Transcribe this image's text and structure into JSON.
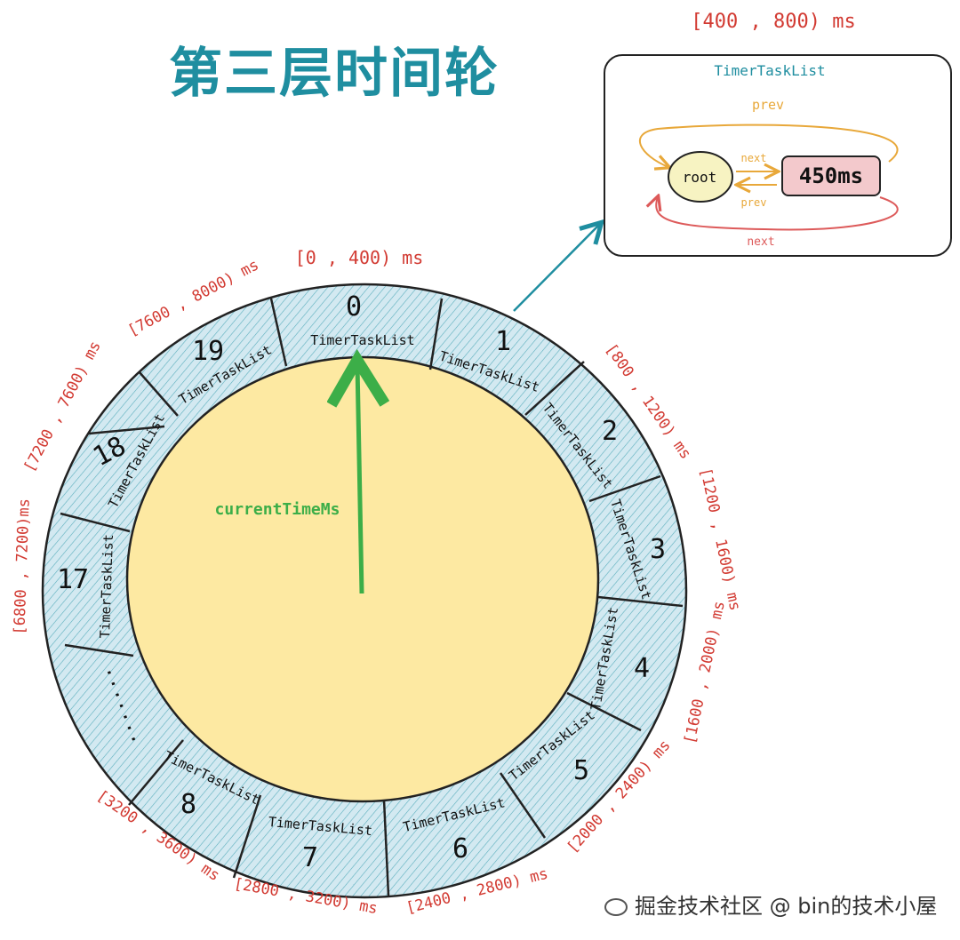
{
  "title": "第三层时间轮",
  "current_time_label": "currentTimeMs",
  "slot_list_label": "TimerTaskList",
  "ellipsis": ".......",
  "slots": [
    {
      "index": "0",
      "range": "[0 , 400) ms"
    },
    {
      "index": "1",
      "range": "[400 , 800) ms"
    },
    {
      "index": "2",
      "range": "[800 , 1200) ms"
    },
    {
      "index": "3",
      "range": "[1200 , 1600) ms"
    },
    {
      "index": "4",
      "range": "[1600 , 2000) ms"
    },
    {
      "index": "5",
      "range": "[2000 , 2400) ms"
    },
    {
      "index": "6",
      "range": "[2400 , 2800) ms"
    },
    {
      "index": "7",
      "range": "[2800 , 3200) ms"
    },
    {
      "index": "8",
      "range": "[3200 , 3600) ms"
    },
    {
      "index": "17",
      "range": "[6800 , 7200)ms"
    },
    {
      "index": "18",
      "range": "[7200 , 7600) ms"
    },
    {
      "index": "19",
      "range": "[7600 , 8000) ms"
    }
  ],
  "detail": {
    "range": "[400 , 800) ms",
    "title": "TimerTaskList",
    "root": "root",
    "task": "450ms",
    "prev_top": "prev",
    "next_mid": "next",
    "prev_mid": "prev",
    "next_bottom": "next"
  },
  "watermark": "掘金技术社区 @ bin的技术小屋",
  "colors": {
    "title": "#1f8ea0",
    "ring": "#cfe6ef",
    "hatch": "#5aaebd",
    "core": "#fde9a2",
    "pointer": "#3cae48",
    "range_text": "#d23a32",
    "root_fill": "#f7f3c2",
    "task_fill": "#f3c9cc",
    "prev_arrow": "#e8a83a",
    "next_arrow": "#dd5a5a",
    "link_arrow": "#1f8ea0"
  }
}
